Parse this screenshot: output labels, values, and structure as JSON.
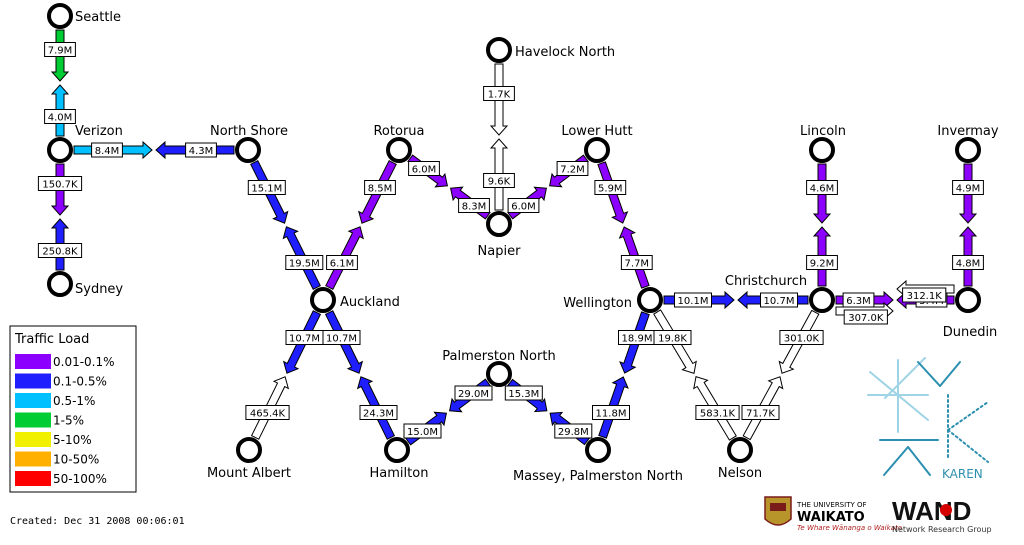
{
  "nodes": [
    {
      "id": "seattle",
      "name": "Seattle"
    },
    {
      "id": "verizon",
      "name": "Verizon"
    },
    {
      "id": "sydney",
      "name": "Sydney"
    },
    {
      "id": "northshore",
      "name": "North Shore"
    },
    {
      "id": "auckland",
      "name": "Auckland"
    },
    {
      "id": "mtalbert",
      "name": "Mount Albert"
    },
    {
      "id": "rotorua",
      "name": "Rotorua"
    },
    {
      "id": "hamilton",
      "name": "Hamilton"
    },
    {
      "id": "havelock",
      "name": "Havelock North"
    },
    {
      "id": "napier",
      "name": "Napier"
    },
    {
      "id": "lowerhutt",
      "name": "Lower Hutt"
    },
    {
      "id": "palmnorth",
      "name": "Palmerston North"
    },
    {
      "id": "wellington",
      "name": "Wellington"
    },
    {
      "id": "massey",
      "name": "Massey, Palmerston North"
    },
    {
      "id": "nelson",
      "name": "Nelson"
    },
    {
      "id": "christchurch",
      "name": "Christchurch"
    },
    {
      "id": "lincoln",
      "name": "Lincoln"
    },
    {
      "id": "dunedin",
      "name": "Dunedin"
    },
    {
      "id": "invermay",
      "name": "Invermay"
    }
  ],
  "links": [
    {
      "from": "verizon",
      "to": "seattle",
      "value": "4.0M",
      "color": "#00c0ff"
    },
    {
      "from": "seattle",
      "to": "verizon",
      "value": "7.9M",
      "color": "#00cc33"
    },
    {
      "from": "verizon",
      "to": "sydney",
      "value": "150.7K",
      "color": "#8c00ff"
    },
    {
      "from": "sydney",
      "to": "verizon",
      "value": "250.8K",
      "color": "#1e1eff"
    },
    {
      "from": "verizon",
      "to": "northshore",
      "value": "8.4M",
      "color": "#00c0ff"
    },
    {
      "from": "northshore",
      "to": "verizon",
      "value": "4.3M",
      "color": "#1e1eff"
    },
    {
      "from": "northshore",
      "to": "auckland",
      "value": "15.1M",
      "color": "#1e1eff"
    },
    {
      "from": "auckland",
      "to": "northshore",
      "value": "19.5M",
      "color": "#1e1eff"
    },
    {
      "from": "rotorua",
      "to": "auckland",
      "value": "8.5M",
      "color": "#8c00ff"
    },
    {
      "from": "auckland",
      "to": "rotorua",
      "value": "6.1M",
      "color": "#8c00ff"
    },
    {
      "from": "rotorua",
      "to": "napier",
      "value": "6.0M",
      "color": "#8c00ff"
    },
    {
      "from": "napier",
      "to": "rotorua",
      "value": "8.3M",
      "color": "#8c00ff"
    },
    {
      "from": "havelock",
      "to": "napier",
      "value": "1.7K",
      "color": "#ffffff"
    },
    {
      "from": "napier",
      "to": "havelock",
      "value": "9.6K",
      "color": "#ffffff"
    },
    {
      "from": "lowerhutt",
      "to": "napier",
      "value": "7.2M",
      "color": "#8c00ff"
    },
    {
      "from": "napier",
      "to": "lowerhutt",
      "value": "6.0M",
      "color": "#8c00ff"
    },
    {
      "from": "lowerhutt",
      "to": "wellington",
      "value": "5.9M",
      "color": "#8c00ff"
    },
    {
      "from": "wellington",
      "to": "lowerhutt",
      "value": "7.7M",
      "color": "#8c00ff"
    },
    {
      "from": "auckland",
      "to": "mtalbert",
      "value": "10.7M",
      "color": "#1e1eff"
    },
    {
      "from": "mtalbert",
      "to": "auckland",
      "value": "465.4K",
      "color": "#ffffff"
    },
    {
      "from": "auckland",
      "to": "hamilton",
      "value": "10.7M",
      "color": "#1e1eff"
    },
    {
      "from": "hamilton",
      "to": "auckland",
      "value": "24.3M",
      "color": "#1e1eff"
    },
    {
      "from": "hamilton",
      "to": "palmnorth",
      "value": "15.0M",
      "color": "#1e1eff"
    },
    {
      "from": "palmnorth",
      "to": "hamilton",
      "value": "29.0M",
      "color": "#1e1eff"
    },
    {
      "from": "palmnorth",
      "to": "massey",
      "value": "15.3M",
      "color": "#1e1eff"
    },
    {
      "from": "massey",
      "to": "palmnorth",
      "value": "29.8M",
      "color": "#1e1eff"
    },
    {
      "from": "wellington",
      "to": "massey",
      "value": "18.9M",
      "color": "#1e1eff"
    },
    {
      "from": "massey",
      "to": "wellington",
      "value": "11.8M",
      "color": "#1e1eff"
    },
    {
      "from": "wellington",
      "to": "nelson",
      "value": "19.8K",
      "color": "#ffffff"
    },
    {
      "from": "nelson",
      "to": "wellington",
      "value": "583.1K",
      "color": "#ffffff"
    },
    {
      "from": "wellington",
      "to": "christchurch",
      "value": "10.1M",
      "color": "#1e1eff"
    },
    {
      "from": "christchurch",
      "to": "wellington",
      "value": "10.7M",
      "color": "#1e1eff"
    },
    {
      "from": "christchurch",
      "to": "nelson",
      "value": "301.0K",
      "color": "#ffffff"
    },
    {
      "from": "nelson",
      "to": "christchurch",
      "value": "71.7K",
      "color": "#ffffff"
    },
    {
      "from": "christchurch",
      "to": "lincoln",
      "value": "9.2M",
      "color": "#8c00ff"
    },
    {
      "from": "lincoln",
      "to": "christchurch",
      "value": "4.6M",
      "color": "#8c00ff"
    },
    {
      "from": "christchurch",
      "to": "dunedin",
      "value": "6.3M",
      "color": "#8c00ff"
    },
    {
      "from": "dunedin",
      "to": "christchurch",
      "value": "5.4M",
      "color": "#8c00ff"
    },
    {
      "from": "christchurch",
      "to": "dunedin",
      "value": "307.0K",
      "color": "#ffffff",
      "alt": true
    },
    {
      "from": "dunedin",
      "to": "christchurch",
      "value": "312.1K",
      "color": "#ffffff",
      "alt": true
    },
    {
      "from": "dunedin",
      "to": "invermay",
      "value": "4.8M",
      "color": "#8c00ff"
    },
    {
      "from": "invermay",
      "to": "dunedin",
      "value": "4.9M",
      "color": "#8c00ff"
    }
  ],
  "legend": {
    "title": "Traffic Load",
    "items": [
      {
        "label": "0.01-0.1%",
        "color": "#8c00ff"
      },
      {
        "label": "0.1-0.5%",
        "color": "#1e1eff"
      },
      {
        "label": "0.5-1%",
        "color": "#00c0ff"
      },
      {
        "label": "1-5%",
        "color": "#00cc33"
      },
      {
        "label": "5-10%",
        "color": "#f0f000"
      },
      {
        "label": "10-50%",
        "color": "#ffb000"
      },
      {
        "label": "50-100%",
        "color": "#ff0000"
      }
    ]
  },
  "footer": {
    "created": "Created: Dec 31 2008 00:06:01"
  },
  "logos": {
    "karen": "KAREN",
    "waikato_top": "THE UNIVERSITY OF",
    "waikato_name": "WAIKATO",
    "waikato_motto": "Te Whare Wānanga o Waikato",
    "wand": "WAND",
    "wand_sub": "Network Research Group"
  }
}
